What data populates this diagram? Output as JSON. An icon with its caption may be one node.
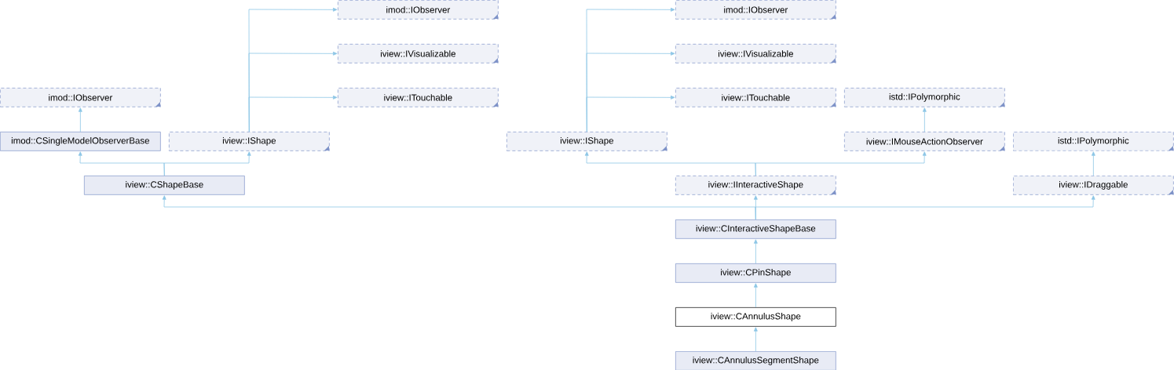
{
  "diagram": {
    "nodes": [
      {
        "text": [
          "imod::IObserver"
        ]
      },
      {
        "text": [
          "iview::IVisualizable"
        ]
      },
      {
        "text": [
          "iview::ITouchable"
        ]
      },
      {
        "text": [
          "imod::IObserver"
        ]
      },
      {
        "text": [
          "imod::CSingleModelObserverBase"
        ]
      },
      {
        "text": [
          "iview::IShape"
        ]
      },
      {
        "text": [
          "iview::CShapeBase"
        ]
      },
      {
        "text": [
          "imod::IObserver"
        ]
      },
      {
        "text": [
          "iview::IVisualizable"
        ]
      },
      {
        "text": [
          "iview::ITouchable"
        ]
      },
      {
        "text": [
          "istd::IPolymorphic"
        ]
      },
      {
        "text": [
          "iview::IShape"
        ]
      },
      {
        "text": [
          "iview::IMouseActionObserver"
        ]
      },
      {
        "text": [
          "istd::IPolymorphic"
        ]
      },
      {
        "text": [
          "iview::IInteractiveShape"
        ]
      },
      {
        "text": [
          "iview::IDraggable"
        ]
      },
      {
        "text": [
          "iview::CInteractiveShapeBase"
        ]
      },
      {
        "text": [
          "iview::CPinShape"
        ]
      },
      {
        "text": [
          "iview::CAnnulusShape"
        ]
      },
      {
        "text": [
          "iview::CAnnulusSegmentShape"
        ]
      }
    ],
    "edges": [
      {
        "from": 4,
        "to": 3,
        "arrow": "to"
      },
      {
        "from": 6,
        "to": 4,
        "arrow": "to"
      },
      {
        "from": 6,
        "to": 5,
        "arrow": "to"
      },
      {
        "from": 5,
        "to": 0,
        "arrow": "to"
      },
      {
        "from": 5,
        "to": 1,
        "arrow": "to"
      },
      {
        "from": 5,
        "to": 2,
        "arrow": "to"
      },
      {
        "from": 11,
        "to": 7,
        "arrow": "to"
      },
      {
        "from": 11,
        "to": 8,
        "arrow": "to"
      },
      {
        "from": 11,
        "to": 9,
        "arrow": "to"
      },
      {
        "from": 12,
        "to": 10,
        "arrow": "to"
      },
      {
        "from": 14,
        "to": 11,
        "arrow": "to"
      },
      {
        "from": 14,
        "to": 12,
        "arrow": "to"
      },
      {
        "from": 15,
        "to": 13,
        "arrow": "to"
      },
      {
        "from": 16,
        "to": 6,
        "arrow": "to"
      },
      {
        "from": 16,
        "to": 14,
        "arrow": "to"
      },
      {
        "from": 16,
        "to": 15,
        "arrow": "to"
      },
      {
        "from": 17,
        "to": 16,
        "arrow": "to"
      },
      {
        "from": 18,
        "to": 17,
        "arrow": "to"
      },
      {
        "from": 19,
        "to": 18,
        "arrow": "to"
      }
    ]
  }
}
